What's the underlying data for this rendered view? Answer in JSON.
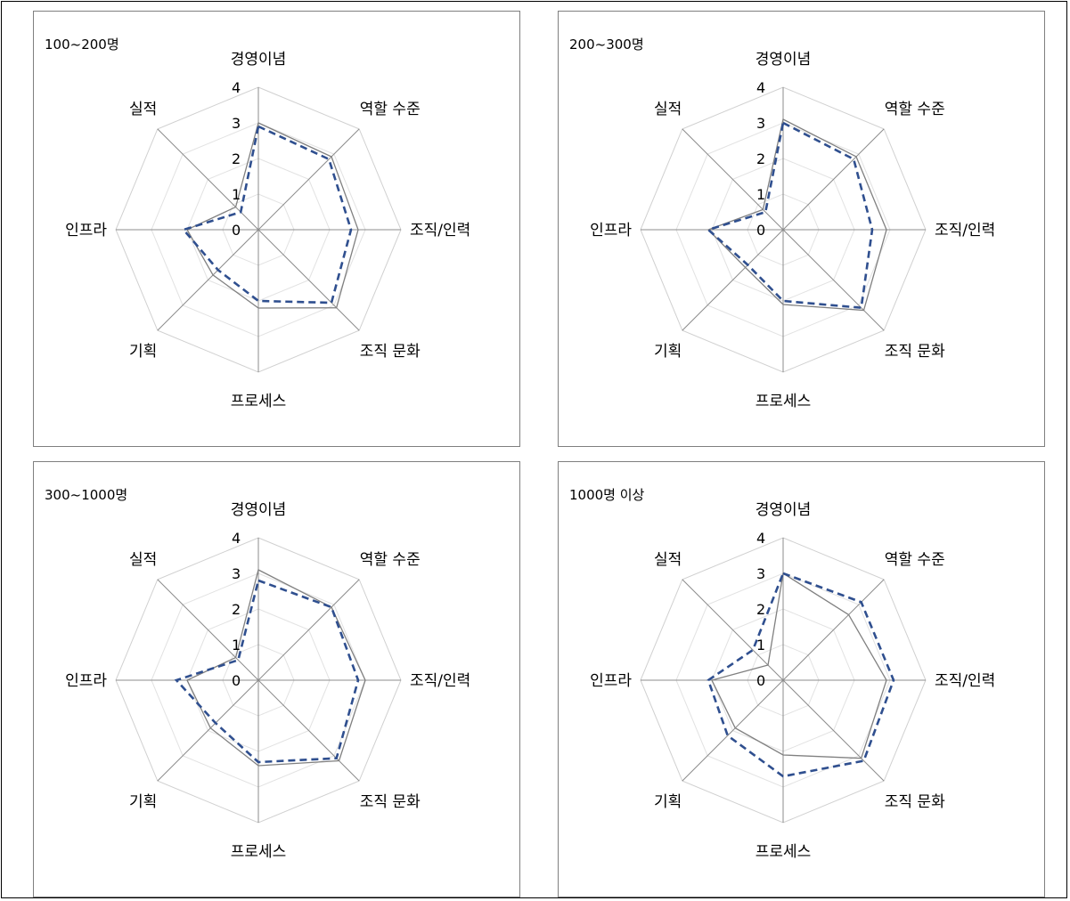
{
  "chart_data": [
    {
      "type": "radar",
      "title": "100~200명",
      "axes": [
        "경영이념",
        "역할 수준",
        "조직/인력",
        "조직 문화",
        "프로세스",
        "기획",
        "인프라",
        "실적"
      ],
      "rlim": [
        0,
        4
      ],
      "ticks": [
        "0",
        "1",
        "2",
        "3",
        "4"
      ],
      "grid": true,
      "colors": {
        "solid": "#808080",
        "dashed": "#2f4f8f"
      },
      "series": [
        {
          "style": "solid",
          "values": [
            3.0,
            2.9,
            2.8,
            3.1,
            2.2,
            1.8,
            2.0,
            0.9
          ]
        },
        {
          "style": "dashed",
          "values": [
            2.9,
            2.8,
            2.6,
            2.9,
            2.0,
            1.6,
            2.1,
            0.7
          ]
        }
      ]
    },
    {
      "type": "radar",
      "title": "200~300명",
      "axes": [
        "경영이념",
        "역할 수준",
        "조직/인력",
        "조직 문화",
        "프로세스",
        "기획",
        "인프라",
        "실적"
      ],
      "rlim": [
        0,
        4
      ],
      "ticks": [
        "0",
        "1",
        "2",
        "3",
        "4"
      ],
      "grid": true,
      "colors": {
        "solid": "#808080",
        "dashed": "#2f4f8f"
      },
      "series": [
        {
          "style": "solid",
          "values": [
            3.1,
            2.9,
            2.9,
            3.2,
            2.1,
            1.5,
            2.1,
            0.8
          ]
        },
        {
          "style": "dashed",
          "values": [
            3.0,
            2.8,
            2.5,
            3.1,
            2.0,
            1.4,
            2.1,
            0.7
          ]
        }
      ]
    },
    {
      "type": "radar",
      "title": "300~1000명",
      "axes": [
        "경영이념",
        "역할 수준",
        "조직/인력",
        "조직 문화",
        "프로세스",
        "기획",
        "인프라",
        "실적"
      ],
      "rlim": [
        0,
        4
      ],
      "ticks": [
        "0",
        "1",
        "2",
        "3",
        "4"
      ],
      "grid": true,
      "colors": {
        "solid": "#808080",
        "dashed": "#2f4f8f"
      },
      "series": [
        {
          "style": "solid",
          "values": [
            3.1,
            2.9,
            3.0,
            3.2,
            2.4,
            1.9,
            2.0,
            0.9
          ]
        },
        {
          "style": "dashed",
          "values": [
            2.8,
            2.9,
            2.8,
            3.1,
            2.3,
            1.7,
            2.3,
            0.8
          ]
        }
      ]
    },
    {
      "type": "radar",
      "title": "1000명 이상",
      "axes": [
        "경영이념",
        "역할 수준",
        "조직/인력",
        "조직 문화",
        "프로세스",
        "기획",
        "인프라",
        "실적"
      ],
      "rlim": [
        0,
        4
      ],
      "ticks": [
        "0",
        "1",
        "2",
        "3",
        "4"
      ],
      "grid": true,
      "colors": {
        "solid": "#808080",
        "dashed": "#2f4f8f"
      },
      "series": [
        {
          "style": "solid",
          "values": [
            3.0,
            2.6,
            2.9,
            3.1,
            2.1,
            1.9,
            2.0,
            0.6
          ]
        },
        {
          "style": "dashed",
          "values": [
            3.0,
            3.1,
            3.1,
            3.2,
            2.7,
            2.2,
            2.1,
            1.2
          ]
        }
      ]
    }
  ]
}
